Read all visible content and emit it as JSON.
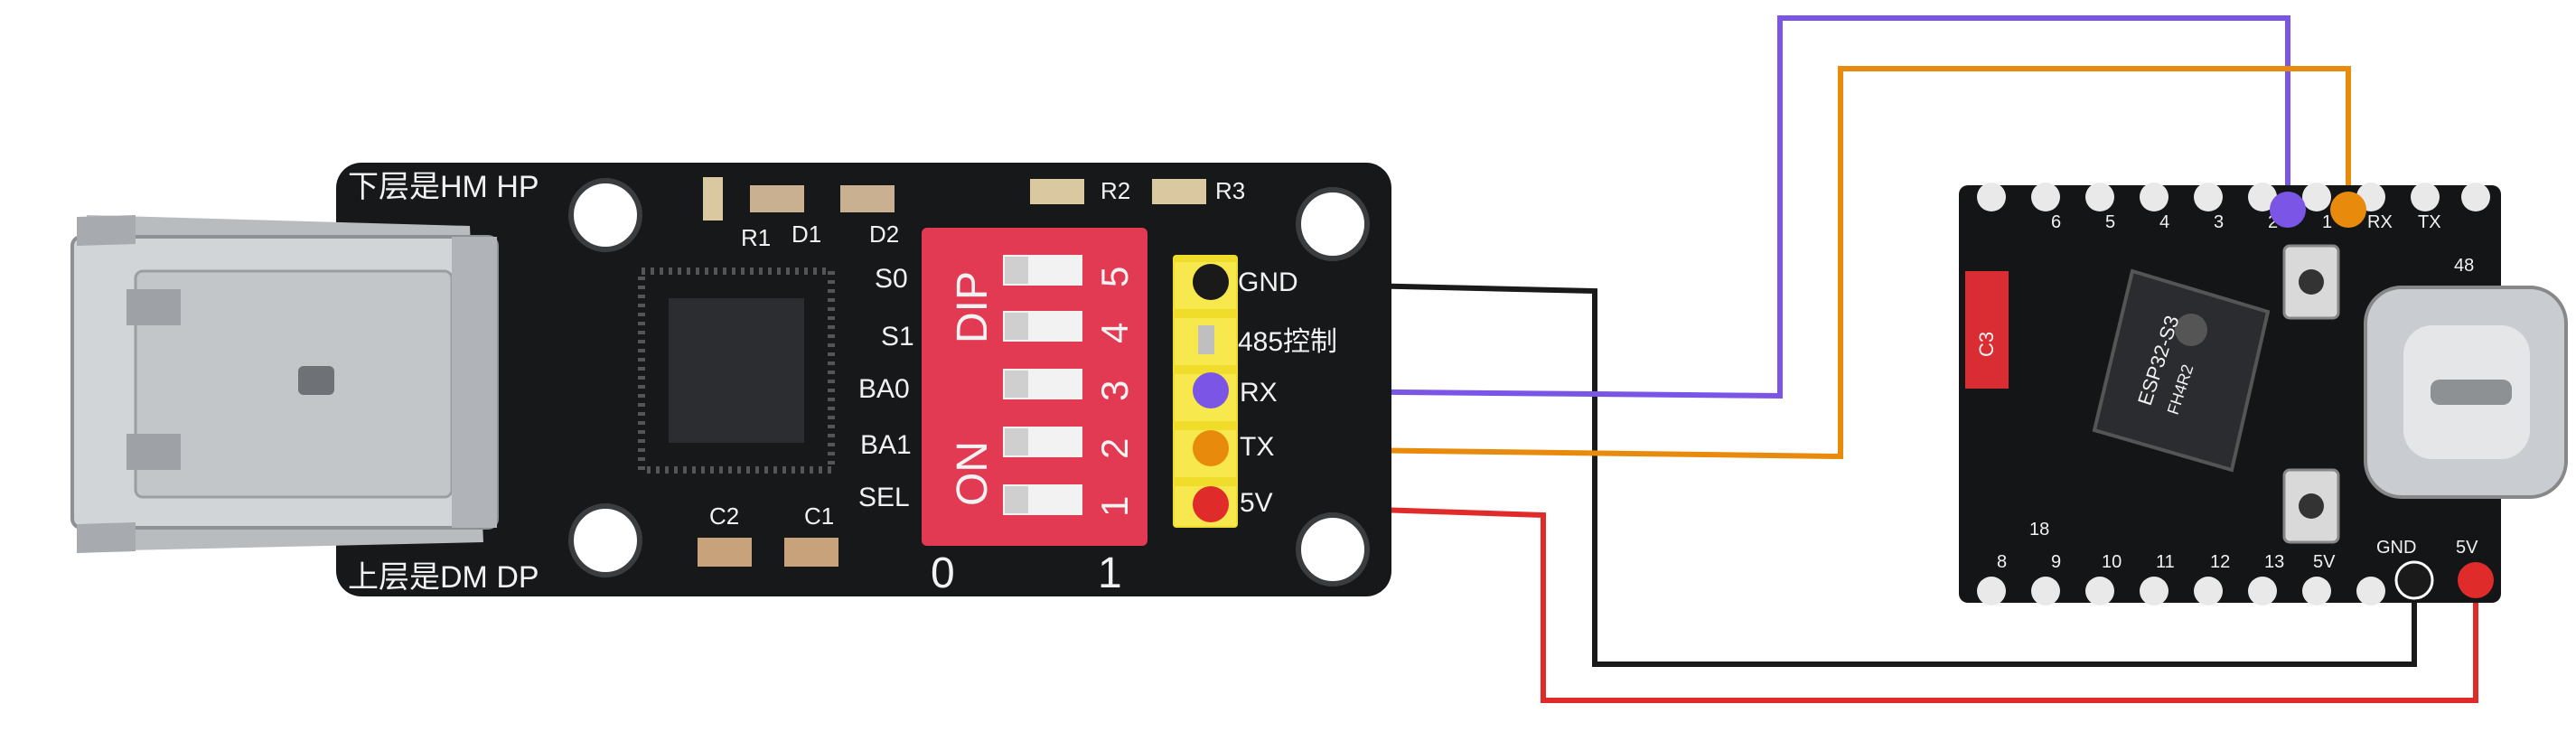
{
  "usb_board": {
    "top_label": "下层是HM HP",
    "bottom_label": "上层是DM DP",
    "component_labels": [
      "R1",
      "D1",
      "D2",
      "R2",
      "R3",
      "C2",
      "C1"
    ],
    "switch_labels": [
      "S0",
      "S1",
      "BA0",
      "BA1",
      "SEL"
    ],
    "dip": {
      "dip_text": "DIP",
      "on_text": "ON",
      "numbers": [
        "5",
        "4",
        "3",
        "2",
        "1"
      ],
      "scale_0": "0",
      "scale_1": "1"
    },
    "header_pins": [
      "GND",
      "485控制",
      "RX",
      "TX",
      "5V"
    ]
  },
  "esp_board": {
    "top_pins": [
      "6",
      "5",
      "4",
      "3",
      "2",
      "1",
      "RX",
      "TX"
    ],
    "bottom_pins": [
      "8",
      "9",
      "10",
      "11",
      "12",
      "13",
      "5V",
      "GND",
      "5V"
    ],
    "chip_text": [
      "ESP32-S3",
      "FH4R2"
    ],
    "side_label": "C3",
    "misc_labels": [
      "18",
      "48"
    ]
  },
  "wires": [
    {
      "name": "gnd-wire",
      "color": "#1a1a1a",
      "from": "GND",
      "to": "GND"
    },
    {
      "name": "rx-wire",
      "color": "#7b55e6",
      "from": "RX",
      "to": "2"
    },
    {
      "name": "tx-wire",
      "color": "#e88a0c",
      "from": "TX",
      "to": "1"
    },
    {
      "name": "5v-wire",
      "color": "#e02b2b",
      "from": "5V",
      "to": "5V"
    }
  ]
}
